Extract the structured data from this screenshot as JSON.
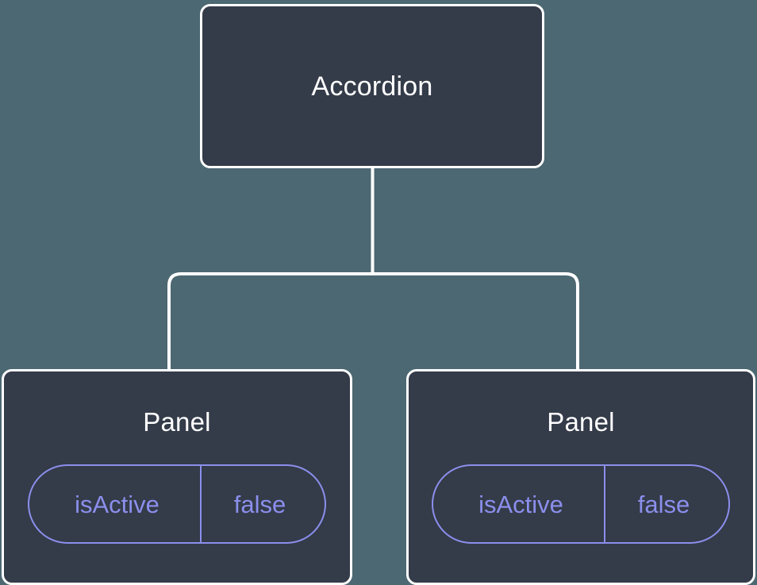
{
  "diagram": {
    "type": "component-tree",
    "background_color": "#4c6872",
    "node_fill_color": "#343b49",
    "node_border_color": "#ffffff",
    "edge_color": "#ffffff",
    "pill_color": "#8b8fec",
    "root": {
      "label": "Accordion"
    },
    "children": [
      {
        "label": "Panel",
        "state": {
          "key": "isActive",
          "value": "false"
        }
      },
      {
        "label": "Panel",
        "state": {
          "key": "isActive",
          "value": "false"
        }
      }
    ]
  }
}
